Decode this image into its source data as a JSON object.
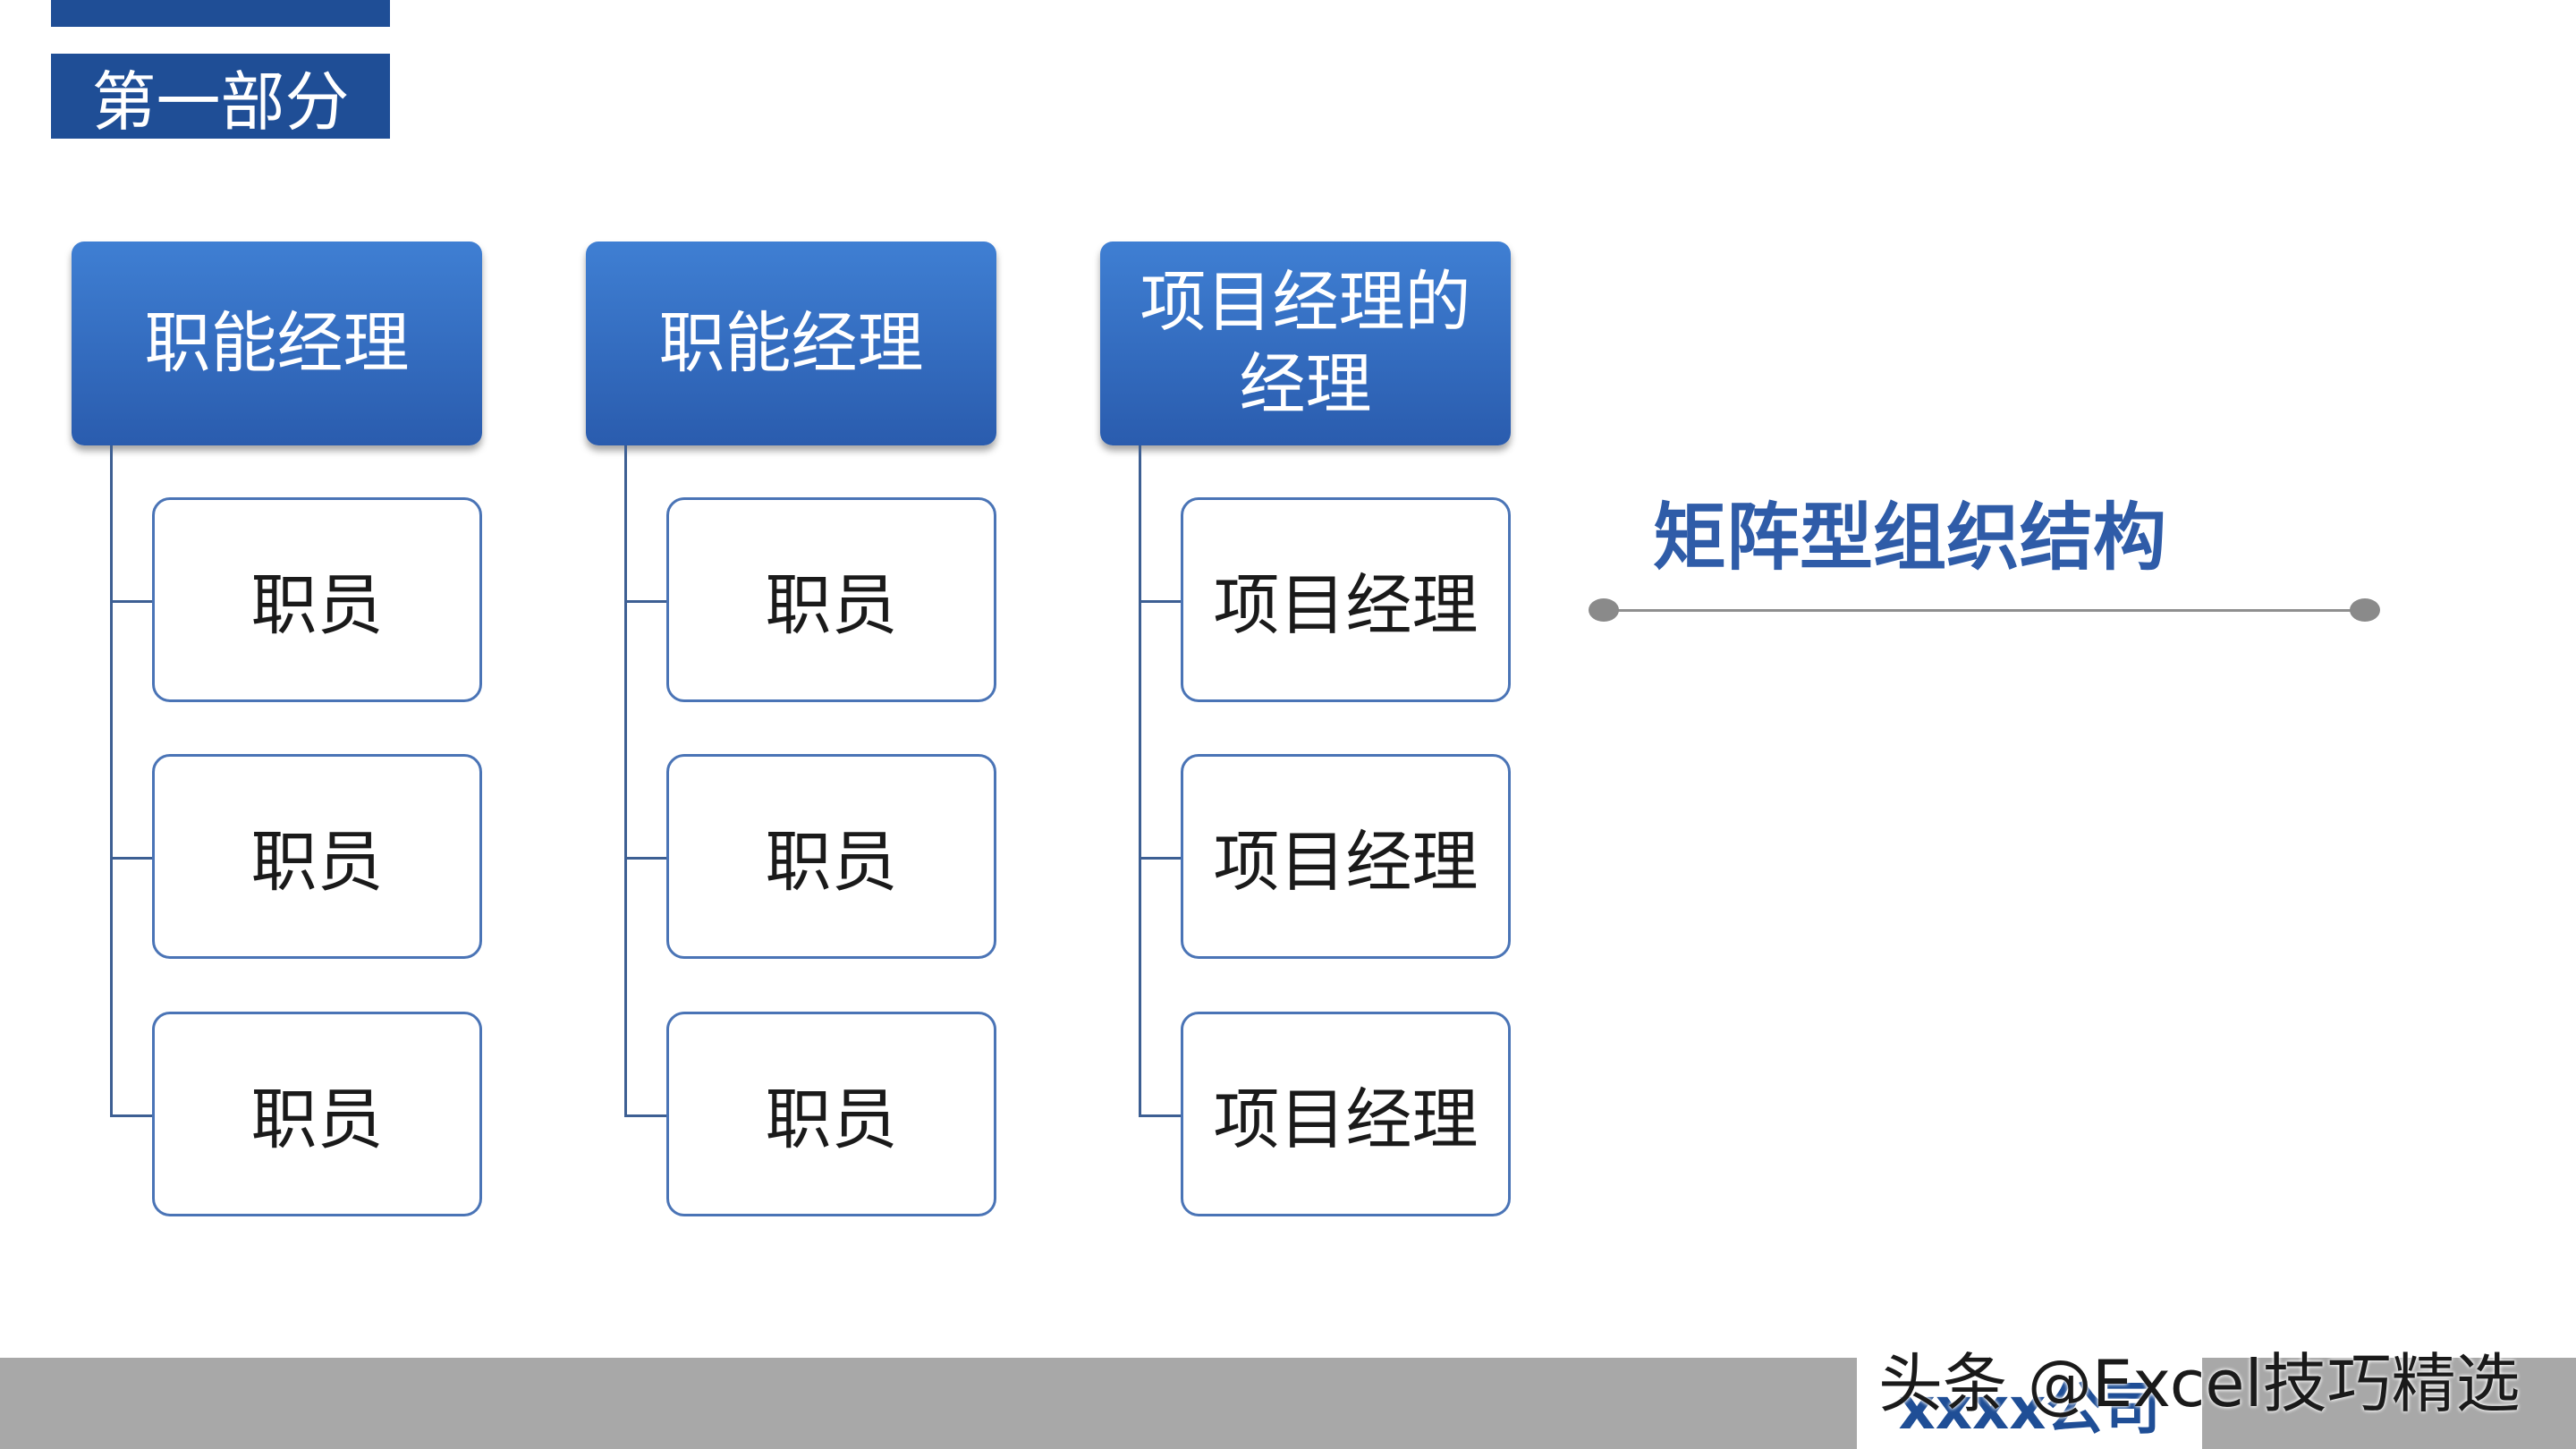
{
  "section": {
    "label": "第一部分"
  },
  "columns": [
    {
      "head": "职能经理",
      "children": [
        "职员",
        "职员",
        "职员"
      ]
    },
    {
      "head": "职能经理",
      "children": [
        "职员",
        "职员",
        "职员"
      ]
    },
    {
      "head": "项目经理的经理",
      "children": [
        "项目经理",
        "项目经理",
        "项目经理"
      ]
    }
  ],
  "title": "矩阵型组织结构",
  "footer": {
    "company": "xxxx公司"
  },
  "watermark": "头条 @Excel技巧精选",
  "colors": {
    "accent": "#1f4e96",
    "box_border": "#4a74b6",
    "title": "#2f5ca8"
  }
}
